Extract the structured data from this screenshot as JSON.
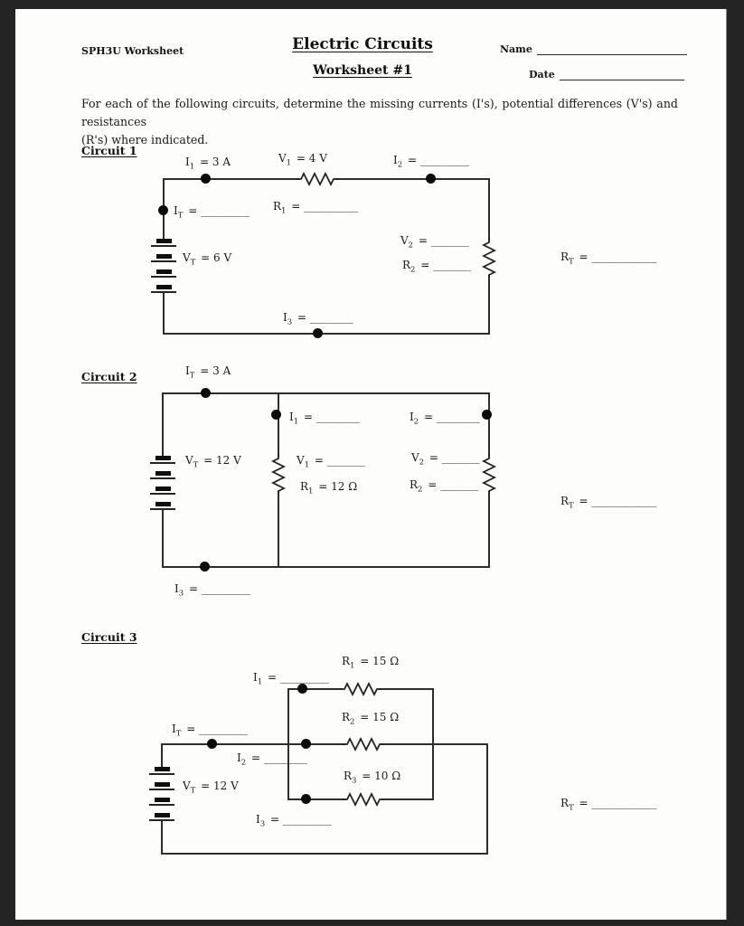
{
  "header": {
    "worksheet_label": "SPH3U Worksheet",
    "title": "Electric Circuits",
    "subtitle": "Worksheet #1",
    "name_label": "Name",
    "date_label": "Date"
  },
  "instructions": {
    "line1": "For each of the following circuits, determine the missing currents (I's), potential differences (V's) and resistances",
    "line2": "(R's) where indicated."
  },
  "circuit1": {
    "heading": "Circuit 1",
    "i1": {
      "base": "I",
      "sub": "1",
      "value": "= 3 A"
    },
    "v1": {
      "base": "V",
      "sub": "1",
      "value": "= 4 V"
    },
    "i2": {
      "base": "I",
      "sub": "2",
      "value": "= _________"
    },
    "it": {
      "base": "I",
      "sub": "T",
      "value": "= _________"
    },
    "r1": {
      "base": "R",
      "sub": "1",
      "value": "= __________"
    },
    "vt": {
      "base": "V",
      "sub": "T",
      "value": "= 6 V"
    },
    "v2": {
      "base": "V",
      "sub": "2",
      "value": "= _______"
    },
    "r2": {
      "base": "R",
      "sub": "2",
      "value": "= _______"
    },
    "i3": {
      "base": "I",
      "sub": "3",
      "value": "= ________"
    },
    "rt": {
      "base": "R",
      "sub": "T",
      "value": "= ____________"
    }
  },
  "circuit2": {
    "heading": "Circuit 2",
    "it": {
      "base": "I",
      "sub": "T",
      "value": "= 3 A"
    },
    "i1": {
      "base": "I",
      "sub": "1",
      "value": "= ________"
    },
    "i2": {
      "base": "I",
      "sub": "2",
      "value": "= ________"
    },
    "vt": {
      "base": "V",
      "sub": "T",
      "value": "= 12 V"
    },
    "v1": {
      "base": "V",
      "sub": "1",
      "value": "= _______"
    },
    "r1": {
      "base": "R",
      "sub": "1",
      "value": "= 12 Ω"
    },
    "v2": {
      "base": "V",
      "sub": "2",
      "value": "= _______"
    },
    "r2": {
      "base": "R",
      "sub": "2",
      "value": "= _______"
    },
    "i3": {
      "base": "I",
      "sub": "3",
      "value": "= _________"
    },
    "rt": {
      "base": "R",
      "sub": "T",
      "value": "= ____________"
    }
  },
  "circuit3": {
    "heading": "Circuit 3",
    "r1": {
      "base": "R",
      "sub": "1",
      "value": "= 15 Ω"
    },
    "i1": {
      "base": "I",
      "sub": "1",
      "value": "= _________"
    },
    "r2": {
      "base": "R",
      "sub": "2",
      "value": "= 15 Ω"
    },
    "it": {
      "base": "I",
      "sub": "T",
      "value": "= _________"
    },
    "i2": {
      "base": "I",
      "sub": "2",
      "value": "= ________"
    },
    "r3": {
      "base": "R",
      "sub": "3",
      "value": "= 10 Ω"
    },
    "vt": {
      "base": "V",
      "sub": "T",
      "value": "= 12 V"
    },
    "i3": {
      "base": "I",
      "sub": "3",
      "value": "= _________"
    },
    "rt": {
      "base": "R",
      "sub": "T",
      "value": "= ____________"
    }
  }
}
